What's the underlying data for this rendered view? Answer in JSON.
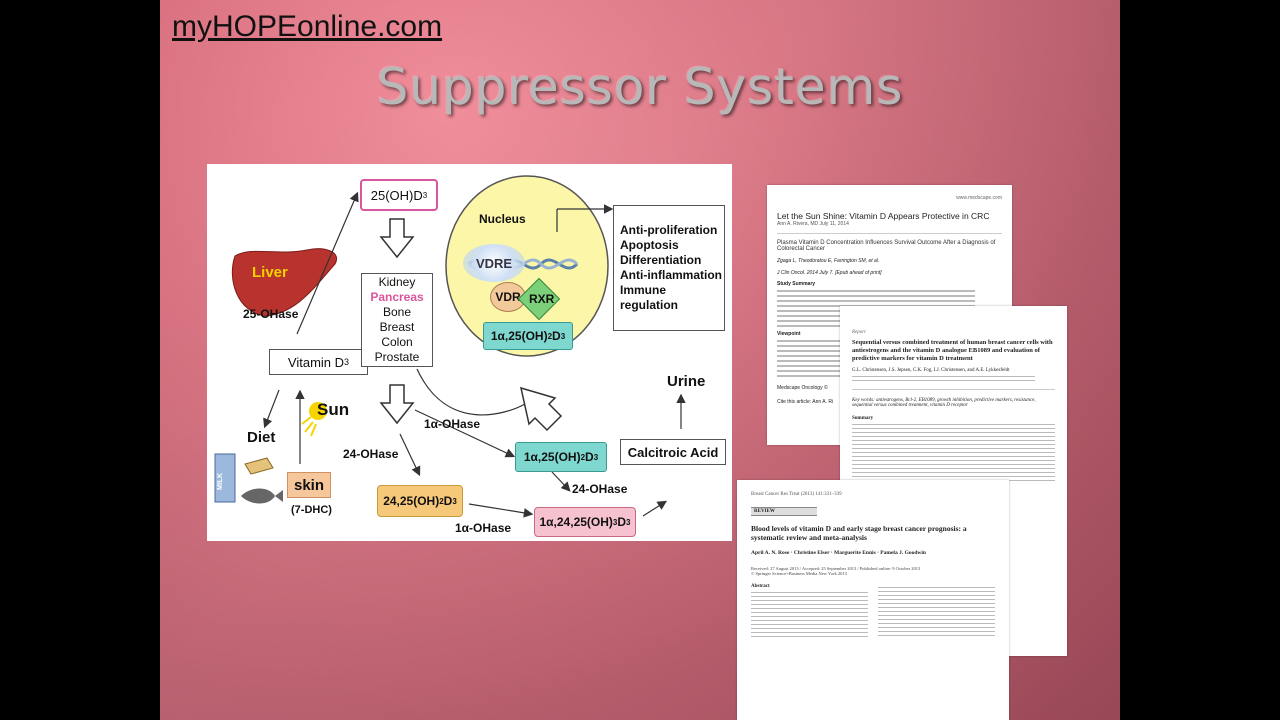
{
  "site": "myHOPEonline.com",
  "title": "Suppressor Systems",
  "diagram": {
    "liver": "Liver",
    "liver_enzyme": "25-OHase",
    "vitamin_d3": "Vitamin D",
    "vitamin_d3_sub": "3",
    "metabolite_25oh": "25(OH)D",
    "metabolite_25oh_sub": "3",
    "tissues": [
      "Kidney",
      "Pancreas",
      "Bone",
      "Breast",
      "Colon",
      "Prostate"
    ],
    "diet": "Diet",
    "sun": "Sun",
    "skin": "skin",
    "skin_sub": "(7-DHC)",
    "milk": "MILK",
    "nucleus": "Nucleus",
    "vdre": "VDRE",
    "vdr": "VDR",
    "rxr": "RXR",
    "calcitriol_nuclear": "1α,25(OH)",
    "calcitriol_nuclear_sub1": "2",
    "calcitriol_nuclear_tail": "D",
    "calcitriol_nuclear_sub2": "3",
    "effects": [
      "Anti-proliferation",
      "Apoptosis",
      "Differentiation",
      "Anti-inflammation",
      "Immune regulation"
    ],
    "enzyme_1a_top": "1α-OHase",
    "enzyme_24_left": "24-OHase",
    "enzyme_24_right": "24-OHase",
    "enzyme_1a_bottom": "1α-OHase",
    "calcitriol": "1α,25(OH)",
    "calcitriol_sub1": "2",
    "calcitriol_tail": "D",
    "calcitriol_sub2": "3",
    "calcitroic_acid": "Calcitroic Acid",
    "urine": "Urine",
    "metabolite_2425": "24,25(OH)",
    "metabolite_2425_sub1": "2",
    "metabolite_2425_tail": "D",
    "metabolite_2425_sub2": "3",
    "metabolite_12425": "1α,24,25(OH)",
    "metabolite_12425_sub1": "3",
    "metabolite_12425_tail": "D",
    "metabolite_12425_sub2": "3"
  },
  "papers": {
    "paper1": {
      "header": "www.medscape.com",
      "title": "Let the Sun Shine: Vitamin D Appears Protective in CRC",
      "authors": "Ann A. Rivera, MD   July 11, 2014",
      "subtitle": "Plasma Vitamin D Concentration Influences Survival Outcome After a Diagnosis of Colorectal Cancer",
      "citation": "Zgaga L, Theodoratou E, Farrington SM, et al.",
      "journal": "J Clin Oncol. 2014 July 7. [Epub ahead of print]",
      "section": "Study Summary",
      "viewpoint": "Viewpoint",
      "footer1": "Medscape Oncology ©",
      "footer2": "Cite this article: Ann A. Ri"
    },
    "paper2": {
      "header": "Report",
      "title": "Sequential versus combined treatment of human breast cancer cells with antiestrogens and the vitamin D analogue EB1089 and evaluation of predictive markers for vitamin D treatment",
      "authors": "G.L. Christensen, J.S. Jepsen, C.K. Fog, I.J. Christensen, and A.E. Lykkesfeldt",
      "keywords": "Key words: antiestrogens, Bcl-2, EB1089, growth inhibition, predictive markers, resistance, sequential versus combined treatment, vitamin D receptor",
      "section": "Summary"
    },
    "paper3": {
      "journal": "Breast Cancer Res Treat (2013) 141:331–339",
      "label": "REVIEW",
      "title": "Blood levels of vitamin D and early stage breast cancer prognosis: a systematic review and meta-analysis",
      "authors": "April A. N. Rose · Christine Elser · Marguerite Ennis · Pamela J. Goodwin",
      "received": "Received: 27 August 2013 / Accepted: 25 September 2013 / Published online: 9 October 2013",
      "copyright": "© Springer Science+Business Media New York 2013",
      "abstract_label": "Abstract"
    }
  }
}
